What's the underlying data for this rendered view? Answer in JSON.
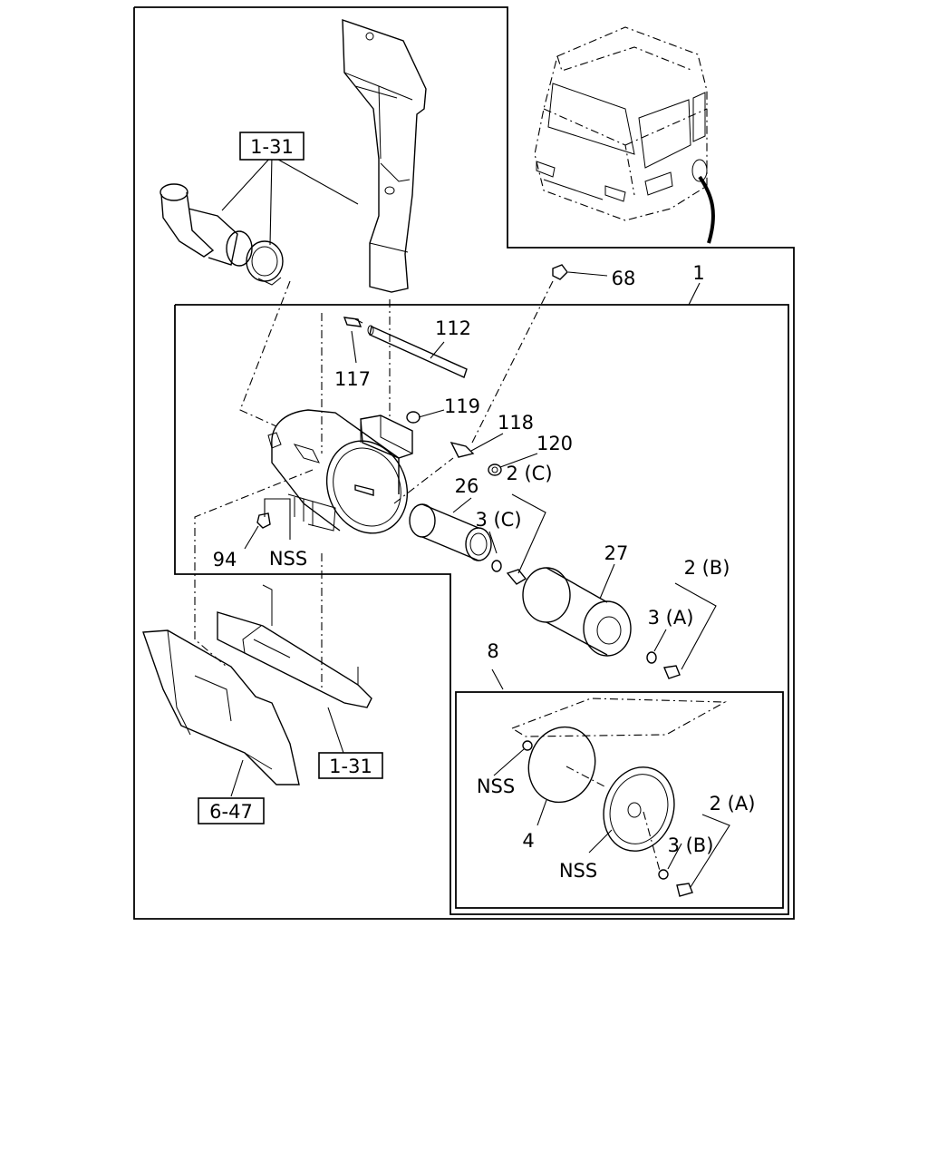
{
  "labels": {
    "ref_1_31_top": "1-31",
    "ref_1_31_bottom": "1-31",
    "ref_6_47": "6-47",
    "p1": "1",
    "p68": "68",
    "p112": "112",
    "p117": "117",
    "p119": "119",
    "p118": "118",
    "p120": "120",
    "p2c": "2 (C)",
    "p26": "26",
    "p3c": "3 (C)",
    "p27": "27",
    "p2b": "2 (B)",
    "p3a": "3 (A)",
    "p94": "94",
    "nss_bracket": "NSS",
    "p8": "8",
    "nss_seal": "NSS",
    "p4": "4",
    "nss_cover": "NSS",
    "p2a": "2 (A)",
    "p3b": "3 (B)"
  }
}
